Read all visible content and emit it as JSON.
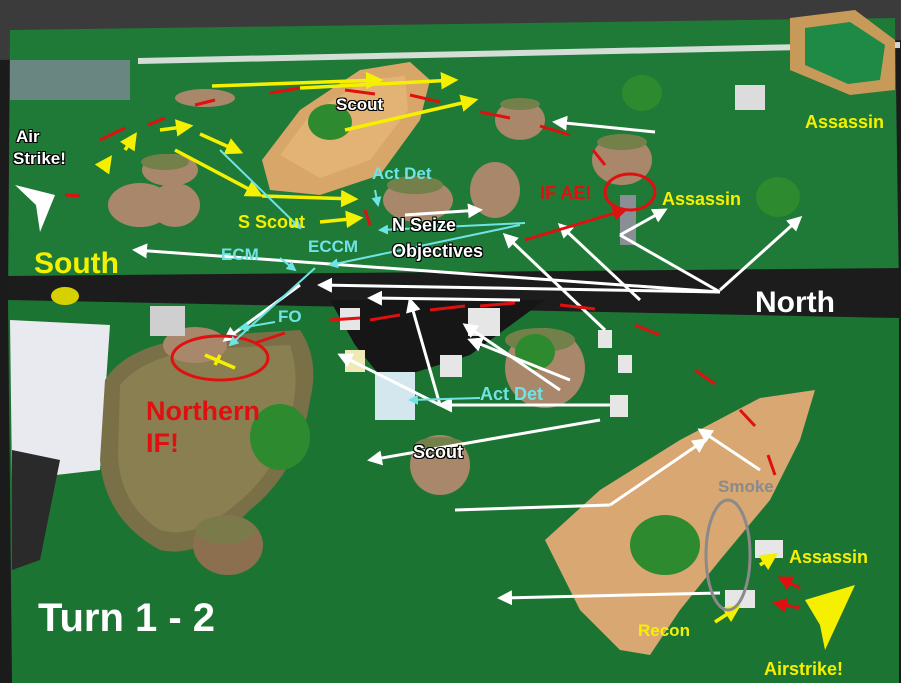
{
  "labels": {
    "air_strike_top": "Air",
    "air_strike_bottom": "Strike!",
    "south": "South",
    "north": "North",
    "scout_top": "Scout",
    "act_det_top": "Act Det",
    "s_scout": "S Scout",
    "n_seize": "N Seize",
    "objectives": "Objectives",
    "ecm": "ECM",
    "eccm": "ECCM",
    "if_ae": "IF AE!",
    "assassin_right_top": "Assassin",
    "assassin_mid": "Assassin",
    "fo": "FO",
    "northern": "Northern",
    "if_bang": "IF!",
    "act_det_mid": "Act Det",
    "scout_mid": "Scout",
    "smoke": "Smoke",
    "assassin_bottom": "Assassin",
    "recon": "Recon",
    "airstrike_bottom": "Airstrike!",
    "turn": "Turn 1 - 2"
  },
  "colors": {
    "felt": "#1f7a35",
    "road": "#1c1c1c",
    "annot_yellow": "#f5f000",
    "annot_white": "#ffffff",
    "annot_red": "#e01010",
    "annot_cyan": "#6fe3e6",
    "annot_grey": "#8a8a8a"
  }
}
